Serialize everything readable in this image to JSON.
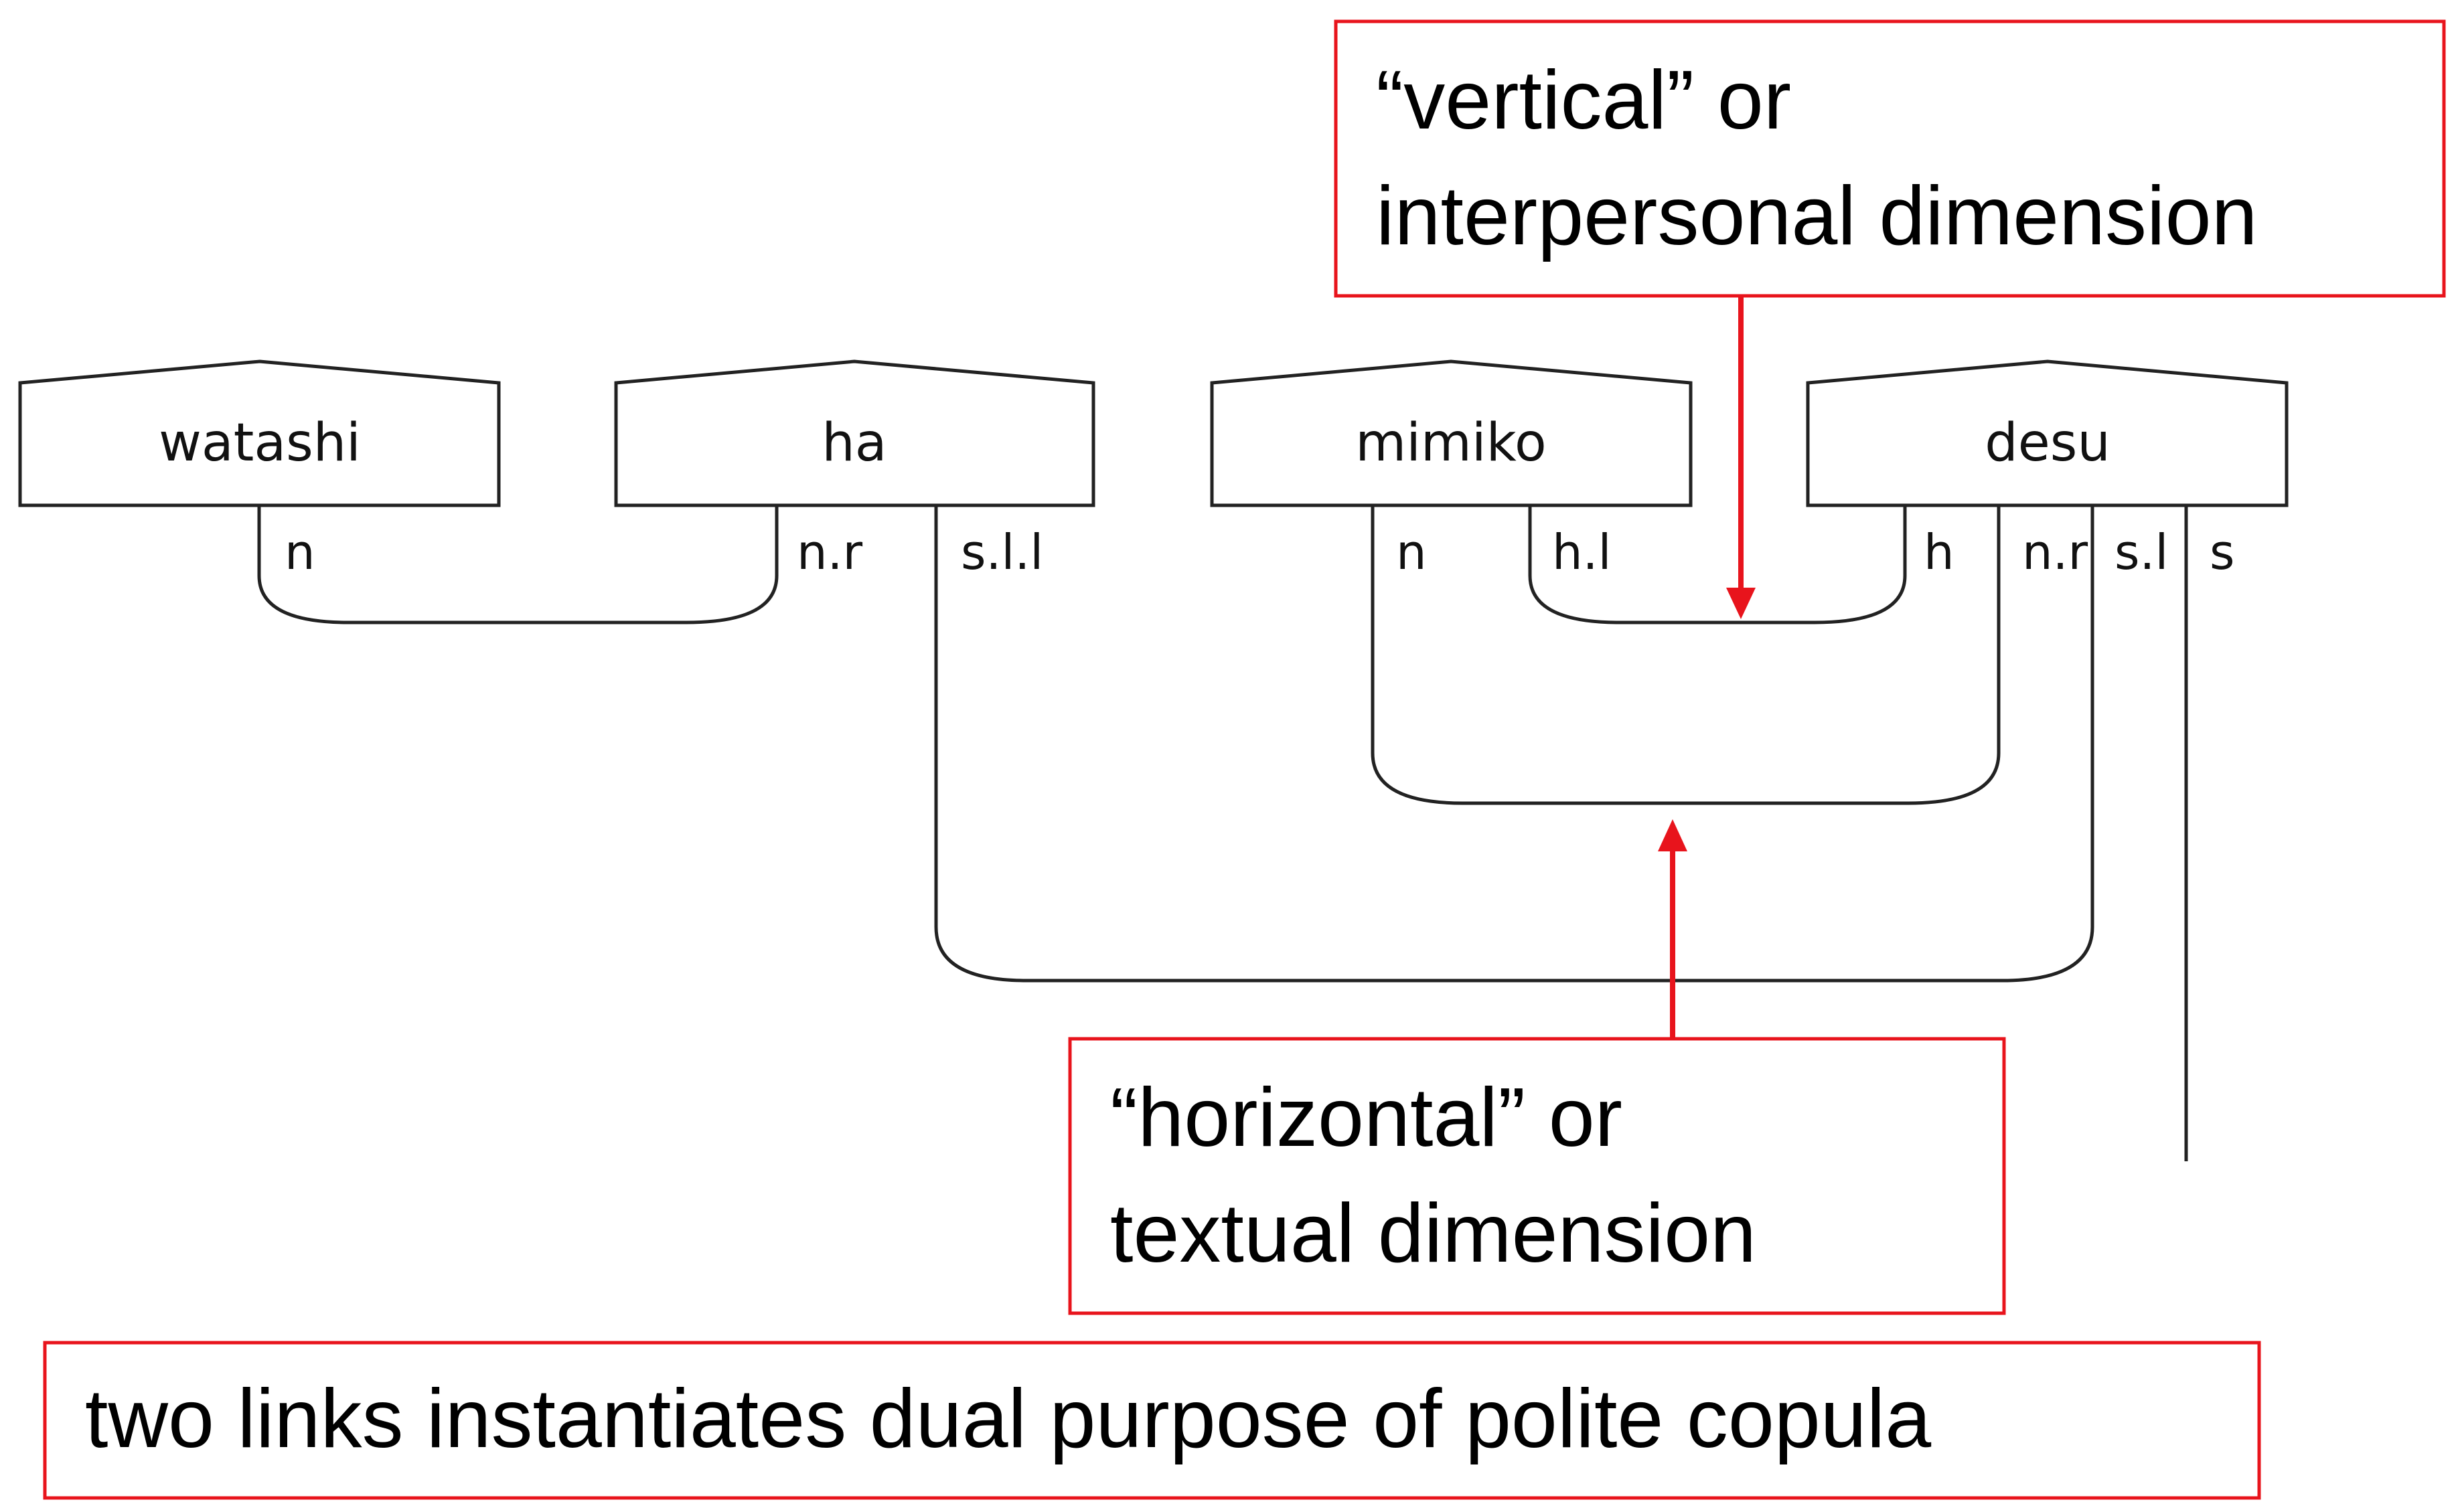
{
  "colors": {
    "annotation": "#e8141c",
    "ink": "#222222"
  },
  "words": [
    {
      "id": "watashi",
      "text": "watashi"
    },
    {
      "id": "ha",
      "text": "ha"
    },
    {
      "id": "mimiko",
      "text": "mimiko"
    },
    {
      "id": "desu",
      "text": "desu"
    }
  ],
  "link_labels": {
    "watashi_n": "n",
    "ha_nr": "n.r",
    "ha_sll": "s.l.l",
    "mimiko_n": "n",
    "mimiko_hl": "h.l",
    "desu_h": "h",
    "desu_nr": "n.r",
    "desu_sl": "s.l",
    "desu_s": "s"
  },
  "callouts": {
    "vertical": {
      "line1": "“vertical” or",
      "line2": "interpersonal dimension"
    },
    "horizontal": {
      "line1": "“horizontal” or",
      "line2": "textual dimension"
    },
    "bottom": {
      "text": "two links instantiates dual purpose of polite copula"
    }
  }
}
